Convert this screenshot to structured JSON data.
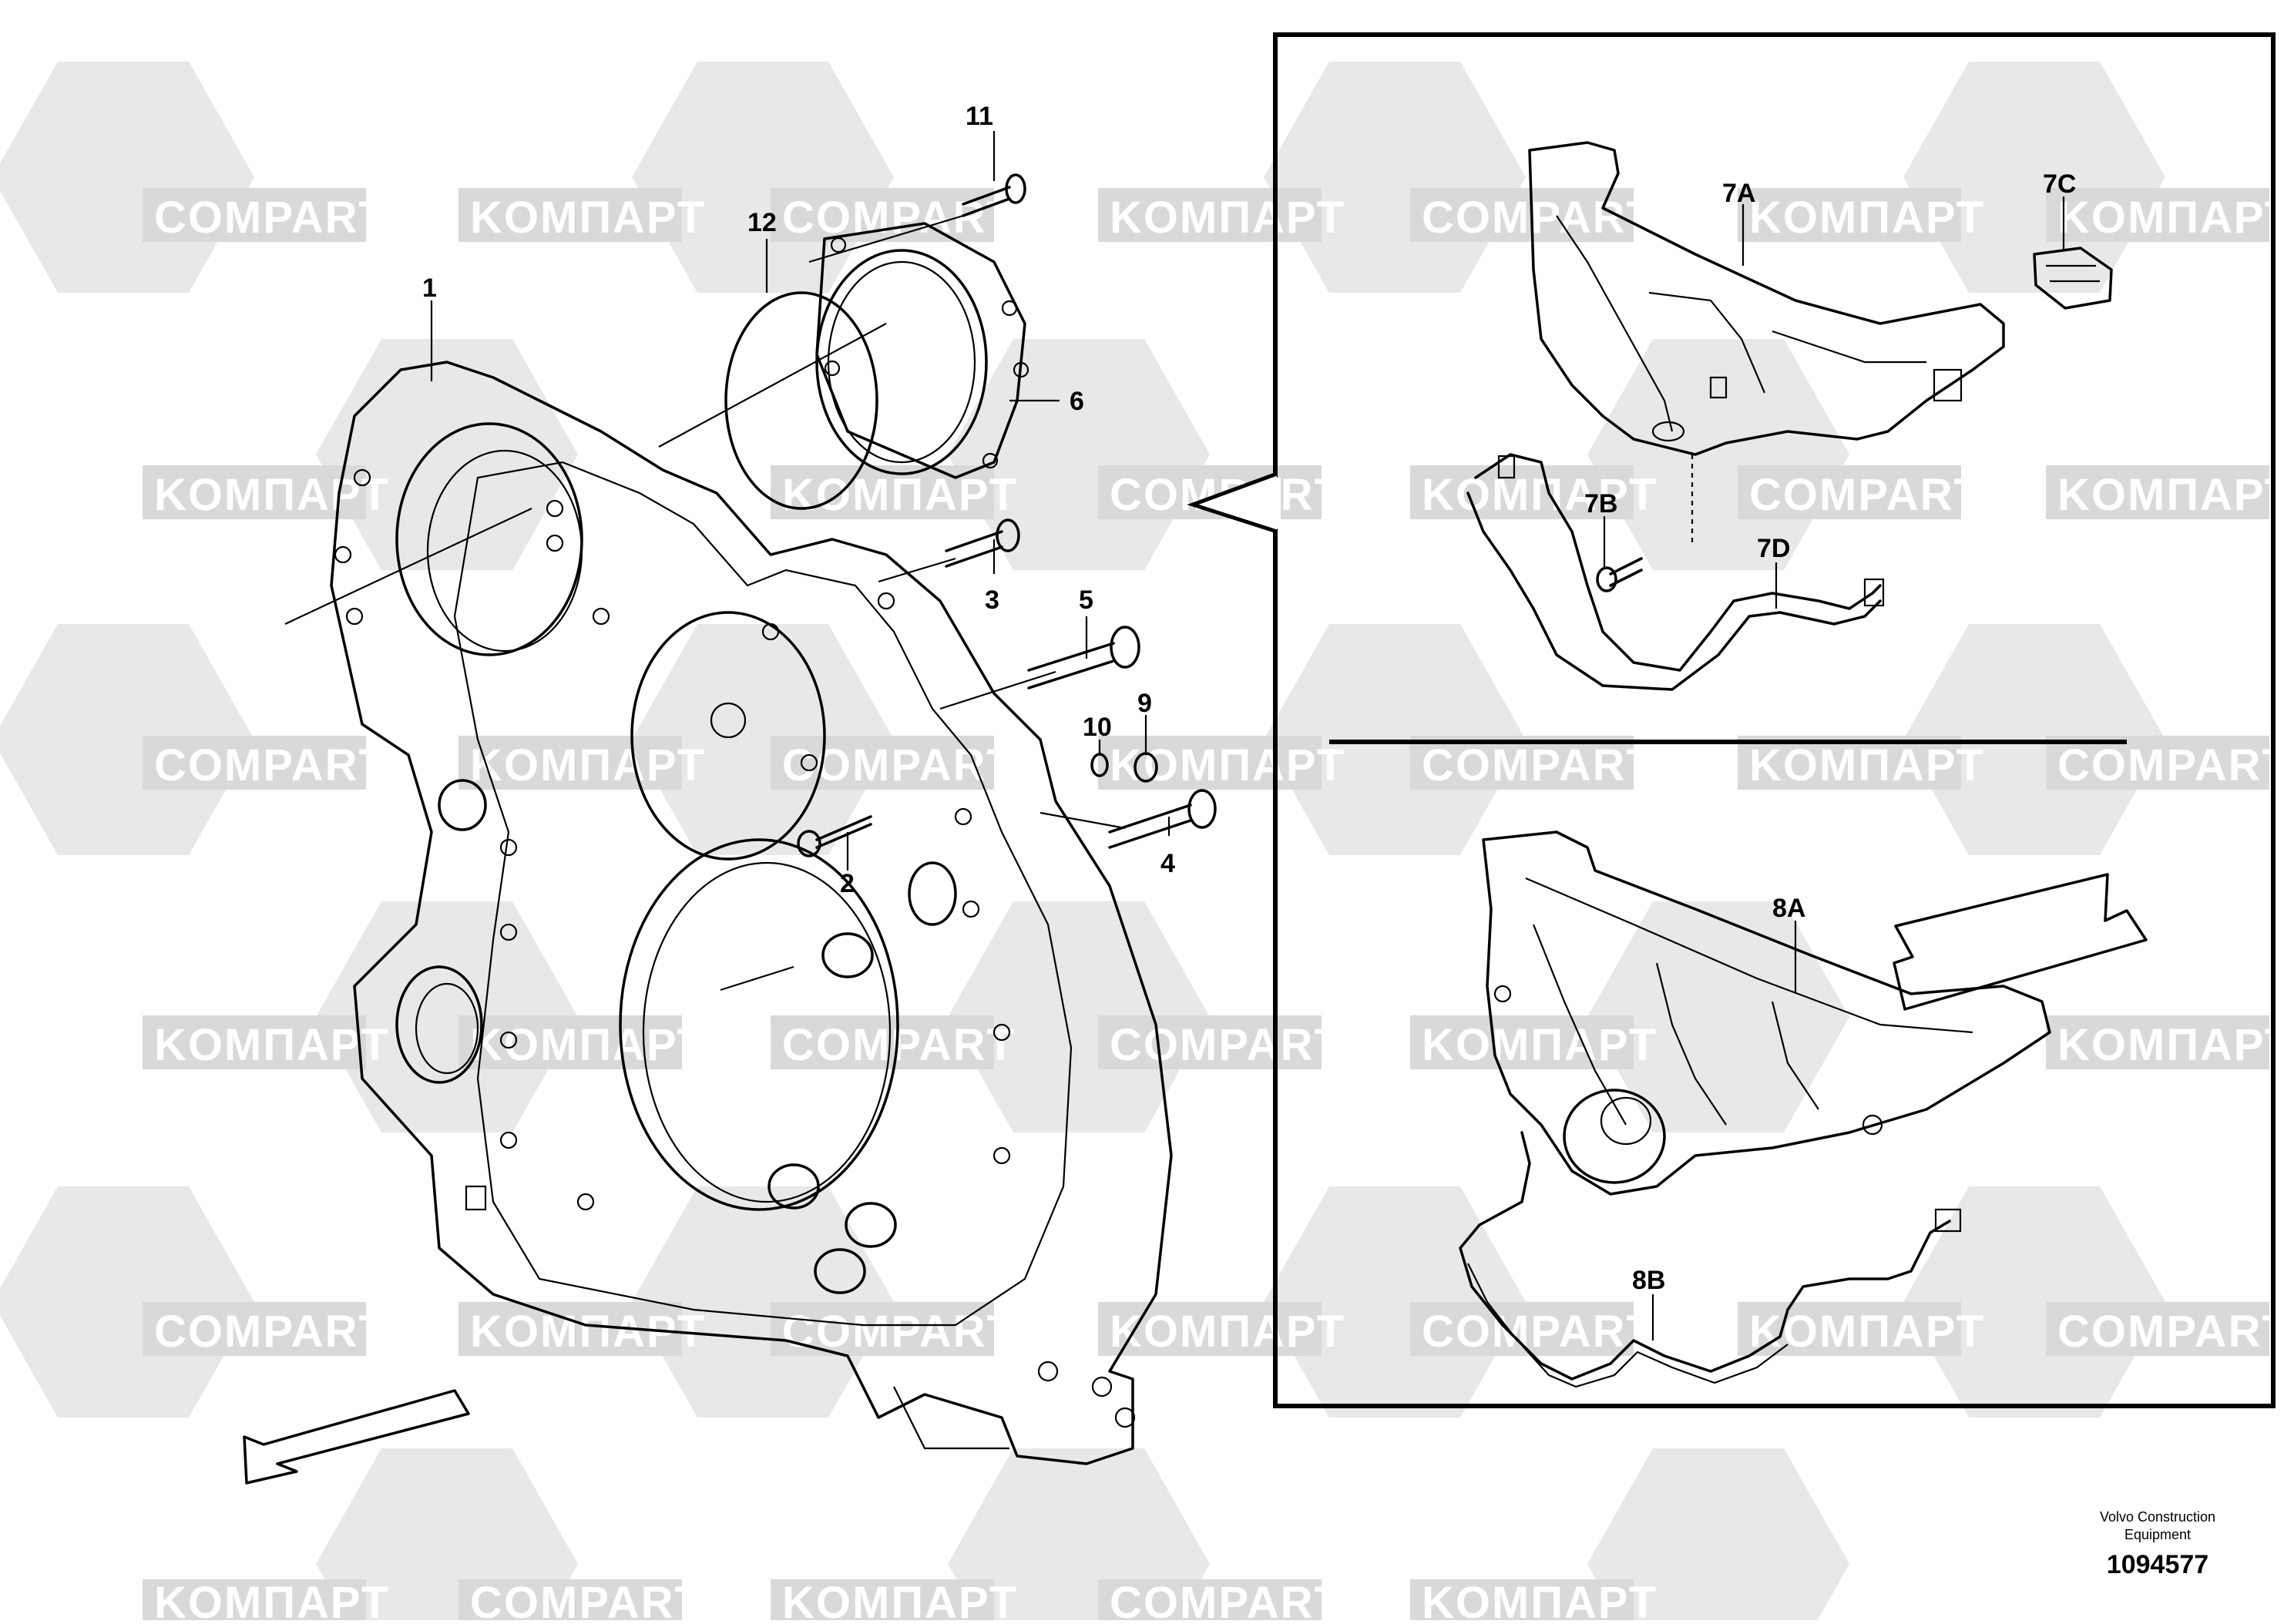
{
  "watermark": {
    "lat": "COMPART",
    "cyr": "KOMПАРТ"
  },
  "callouts": {
    "c1": "1",
    "c2": "2",
    "c3": "3",
    "c4": "4",
    "c5": "5",
    "c6": "6",
    "c9": "9",
    "c10": "10",
    "c11": "11",
    "c12": "12",
    "c7A": "7A",
    "c7B": "7B",
    "c7C": "7C",
    "c7D": "7D",
    "c8A": "8A",
    "c8B": "8B"
  },
  "footer": {
    "company_line1": "Volvo Construction",
    "company_line2": "Equipment",
    "doc_number": "1094577"
  },
  "colors": {
    "line": "#000000",
    "watermark": "#e6e6e6",
    "background": "#ffffff"
  }
}
